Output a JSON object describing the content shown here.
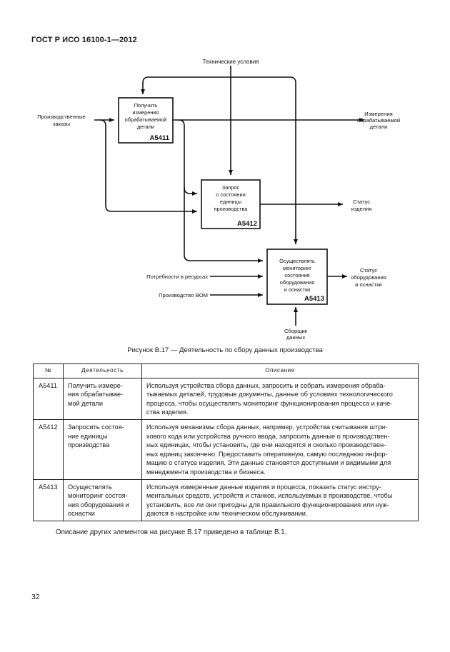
{
  "header": "ГОСТ Р ИСО 16100-1—2012",
  "diagram": {
    "controls": "Технические условия",
    "input_orders": "Производственные заказы",
    "input_needs": "Потребности в ресурсах",
    "input_bom": "Производство BOM",
    "mechanism": "Сборщик данных",
    "boxes": [
      {
        "lines": [
          "Получить",
          "измерения",
          "обрабатываемой",
          "детали"
        ],
        "code": "A5411"
      },
      {
        "lines": [
          "Запрос",
          "о состоянии",
          "единицы",
          "производства"
        ],
        "code": "A5412"
      },
      {
        "lines": [
          "Осуществлять",
          "мониторинг",
          "состояния",
          "оборудования",
          "и оснастки"
        ],
        "code": "A5413"
      }
    ],
    "outputs": {
      "measurements": [
        "Измерения",
        "обрабатываемой",
        "детали"
      ],
      "product_status": [
        "Статус",
        "изделия"
      ],
      "equipment_status": [
        "Статус",
        "оборудования",
        "и оснастки"
      ]
    }
  },
  "caption": "Рисунок В.17 — Деятельность по сбору данных производства",
  "table": {
    "headers": [
      "№",
      "Деятельность",
      "Описание"
    ],
    "rows": [
      {
        "code": "A5411",
        "name": [
          "Получить измере-",
          "ния обрабатывае-",
          "мой детали"
        ],
        "desc": [
          "Используя устройства сбора данных, запросить и собрать измерения обраба-",
          "тываемых деталей, трудовые документы, данные об условиях технологического",
          "процесса, чтобы осуществлять мониторинг функционирования процесса и каче-",
          "ства изделия."
        ]
      },
      {
        "code": "A5412",
        "name": [
          "Запросить состоя-",
          "ние единицы",
          "производства"
        ],
        "desc": [
          "Используя механизмы сбора данных, например, устройства считывания штри-",
          "хового кода или устройства ручного ввода, запросить данные о производствен-",
          "ных единицах, чтобы установить, где они находятся и сколько производствен-",
          "ных единиц закончено. Предоставить оперативную, самую последнюю инфор-",
          "мацию о статусе изделия. Эти данные становятся доступными и видимыми для",
          "менеджмента производства и бизнеса."
        ]
      },
      {
        "code": "A5413",
        "name": [
          "Осуществлять",
          "мониторинг состоя-",
          "ния оборудования и",
          "оснастки"
        ],
        "desc": [
          "Используя измеренные данные изделия и процесса, показать статус инстру-",
          "ментальных средств, устройств и станков, используемых в производстве, чтобы",
          "установить, все ли они пригодны для правильного функционирования или нуж-",
          "даются в настройке или техническом обслуживании."
        ]
      }
    ]
  },
  "after_text": "Описание других элементов на рисунке В.17 приведено в таблице В.1.",
  "page_number": "32"
}
